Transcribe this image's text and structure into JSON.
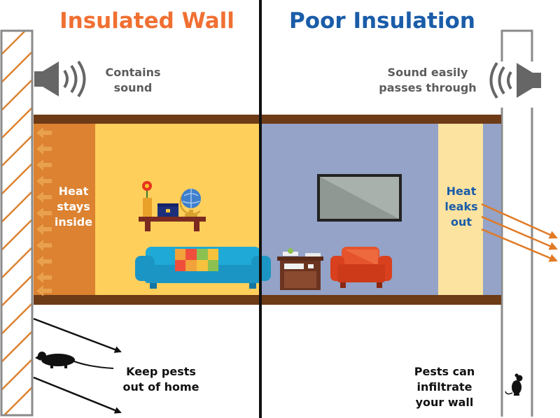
{
  "titles": {
    "left": "Insulated Wall",
    "right": "Poor Insulation"
  },
  "sound": {
    "left": [
      "Contains",
      "sound"
    ],
    "right": [
      "Sound easily",
      "passes through"
    ]
  },
  "heat": {
    "left": [
      "Heat",
      "stays",
      "inside"
    ],
    "right": [
      "Heat",
      "leaks",
      "out"
    ]
  },
  "pests": {
    "left": [
      "Keep pests",
      "out of home"
    ],
    "right": [
      "Pests can",
      "infiltrate",
      "your wall"
    ]
  },
  "colors": {
    "left_title": "#F07032",
    "right_title": "#1A5CA8",
    "sound_text": "#5C5C5C",
    "heat_left_text": "#FFFFFF",
    "heat_right_text": "#1A5CA8",
    "room_left": "#FFCF5C",
    "room_right": "#94A3C7",
    "insulation_band": "#DC8230",
    "poor_insulation_band": "#FCE3A0",
    "floor_beam": "#6E3B17",
    "sofa": "#1FA9D6",
    "armchair": "#D9401E"
  },
  "icons": {
    "speaker_left": "speaker-icon",
    "speaker_right": "speaker-icon",
    "mouse_left": "mouse-icon",
    "mouse_right": "mouse-icon"
  }
}
